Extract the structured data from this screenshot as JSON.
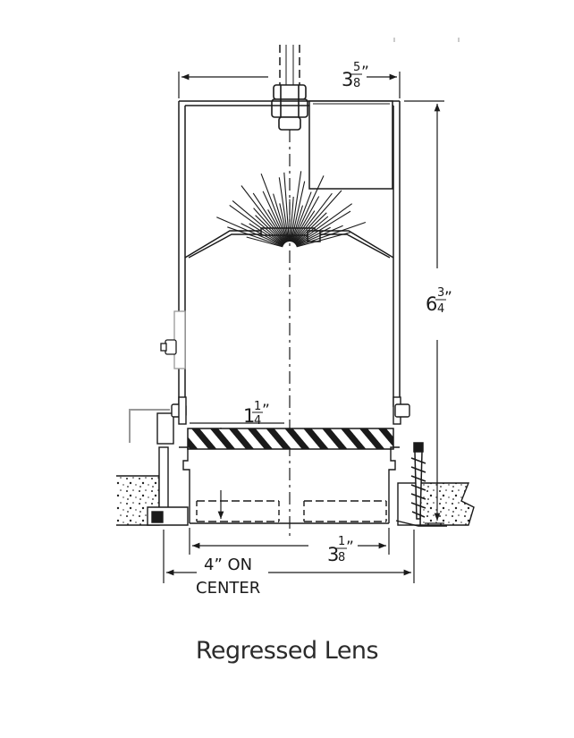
{
  "figure": {
    "caption": "Regressed Lens",
    "dims": {
      "top_width": {
        "whole": "3",
        "num": "5",
        "den": "8",
        "unit": "”"
      },
      "height": {
        "whole": "6",
        "num": "3",
        "den": "4",
        "unit": "”"
      },
      "regress": {
        "whole": "1",
        "num": "1",
        "den": "4",
        "unit": "”"
      },
      "bottom_width": {
        "whole": "3",
        "num": "1",
        "den": "8",
        "unit": "”"
      },
      "on_center_line1": "4” ON",
      "on_center_line2": "CENTER"
    }
  }
}
